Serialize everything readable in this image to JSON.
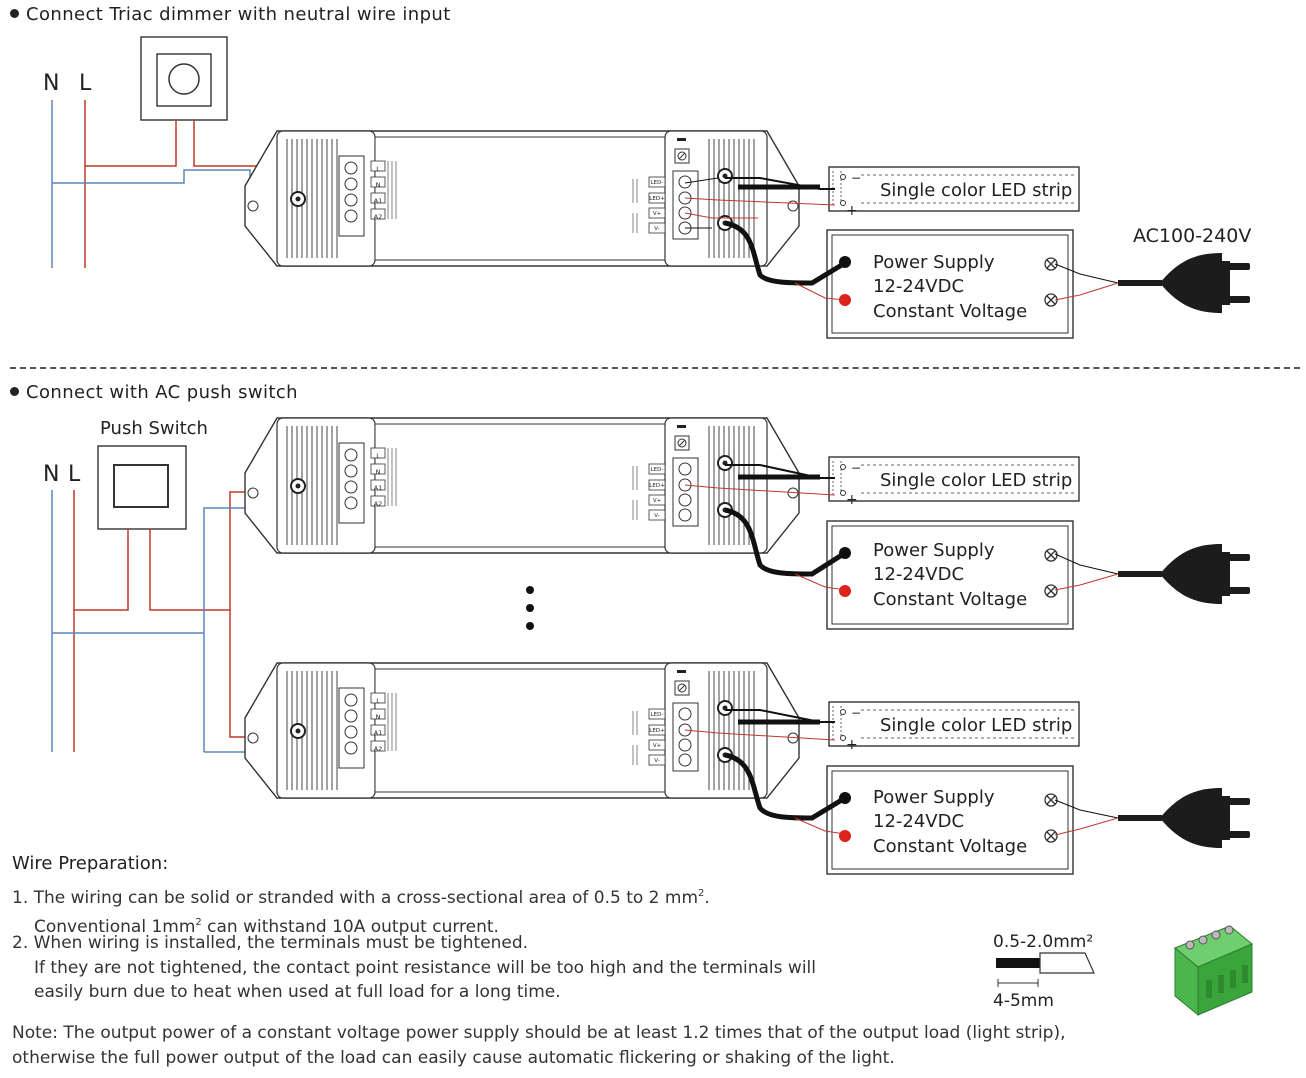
{
  "section1": {
    "title": "Connect Triac dimmer with neutral wire input",
    "n_label": "N",
    "l_label": "L",
    "ac_label": "AC100-240V"
  },
  "section2": {
    "title": "Connect with AC push switch",
    "push_switch_label": "Push Switch",
    "n_label": "N",
    "l_label": "L"
  },
  "controller": {
    "terminals_left": [
      "L",
      "N",
      "A1",
      "A2"
    ],
    "terminals_right": [
      "LED-",
      "LED+",
      "V+",
      "V-"
    ]
  },
  "led_strip": {
    "label": "Single color LED strip",
    "minus": "−",
    "plus": "+"
  },
  "power_supply": {
    "line1": "Power Supply",
    "line2": "12-24VDC",
    "line3": "Constant Voltage"
  },
  "wire_prep": {
    "title": "Wire Preparation:",
    "item1_line1": "1. The wiring can be solid or stranded with a cross-sectional area of 0.5 to 2 mm",
    "item1_line1_sup": "2",
    "item1_line1_end": ".",
    "item1_line2a": "Conventional 1mm",
    "item1_line2_sup": "2",
    "item1_line2b": " can withstand 10A output current.",
    "item2_line1": "2. When wiring is installed, the terminals must be tightened.",
    "item2_line2": "If they are not tightened, the contact point resistance will be too high and the terminals will",
    "item2_line3": "easily burn due to heat when used at full load for a long time.",
    "cross_section": "0.5-2.0mm²",
    "strip_length": "4-5mm"
  },
  "note": {
    "line1": "Note: The output power of a constant voltage power supply should be at least 1.2 times that of the output load (light strip),",
    "line2": "otherwise the full power output of the load can easily cause automatic flickering or shaking of the light."
  },
  "colors": {
    "live_wire": "#c0392b",
    "neutral_wire": "#5b86b8",
    "outline": "#333333",
    "red_terminal": "#e0201b"
  }
}
